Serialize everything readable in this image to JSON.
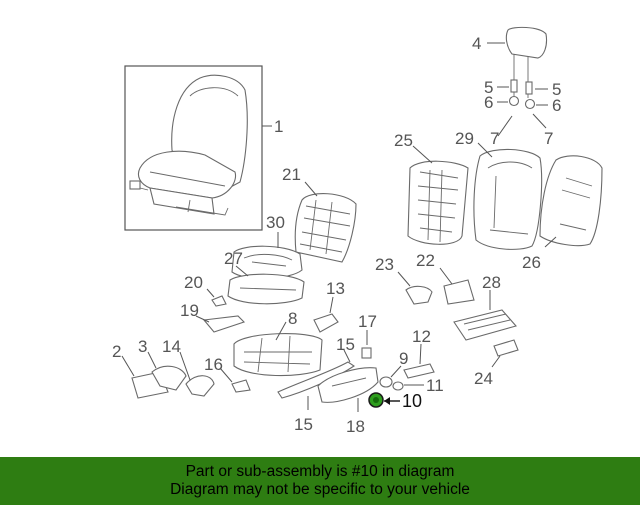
{
  "labels": {
    "l1": "1",
    "l2": "2",
    "l3": "3",
    "l4": "4",
    "l5a": "5",
    "l5b": "5",
    "l6a": "6",
    "l6b": "6",
    "l7a": "7",
    "l7b": "7",
    "l8": "8",
    "l9": "9",
    "l10": "10",
    "l11": "11",
    "l12": "12",
    "l13": "13",
    "l14": "14",
    "l15a": "15",
    "l15b": "15",
    "l16": "16",
    "l17": "17",
    "l18": "18",
    "l19": "19",
    "l20": "20",
    "l21": "21",
    "l22": "22",
    "l23": "23",
    "l24": "24",
    "l25": "25",
    "l26": "26",
    "l27": "27",
    "l28": "28",
    "l29": "29",
    "l30": "30"
  },
  "highlight": {
    "part": "10",
    "color": "#2e9e1e"
  },
  "banner": {
    "line1": "Part or sub-assembly is #10 in diagram",
    "line2": "Diagram may not be specific to your vehicle",
    "color": "#2e7d12"
  }
}
